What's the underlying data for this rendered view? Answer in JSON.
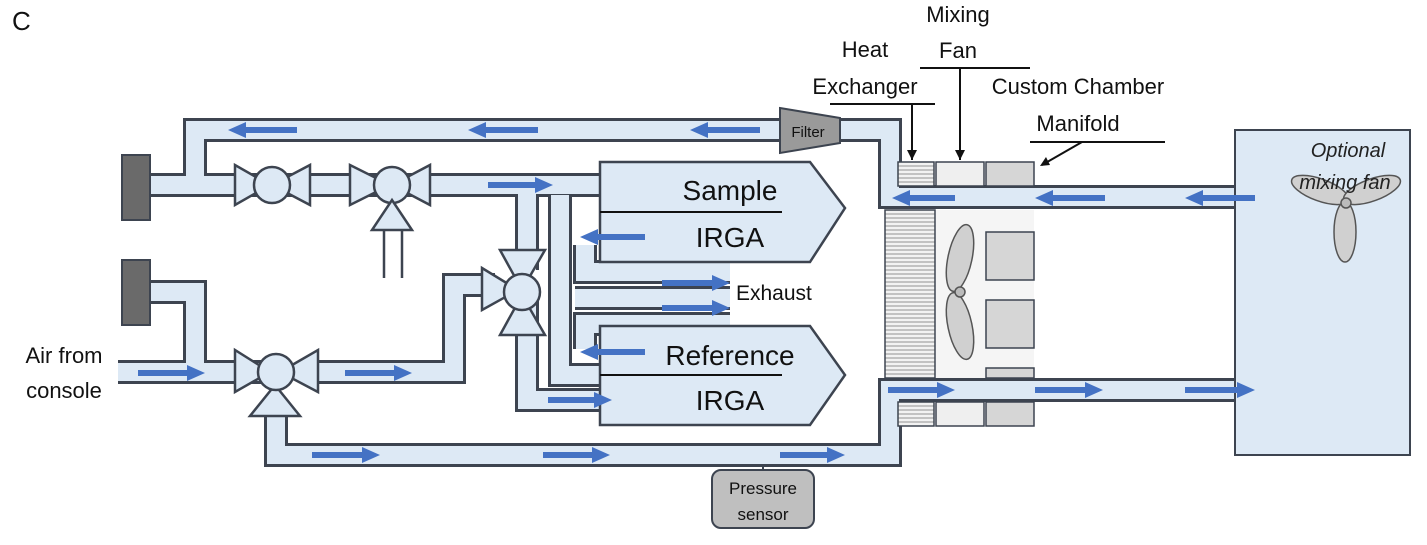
{
  "panel_letter": "C",
  "labels": {
    "heat": "Heat",
    "exchanger": "Exchanger",
    "mixing": "Mixing",
    "fan": "Fan",
    "custom_chamber": "Custom Chamber",
    "manifold": "Manifold",
    "optional": "Optional",
    "mixing_fan": "mixing fan",
    "filter": "Filter",
    "sample": "Sample",
    "irga_1": "IRGA",
    "reference": "Reference",
    "irga_2": "IRGA",
    "exhaust": "Exhaust",
    "air_from": "Air from",
    "console": "console",
    "pressure": "Pressure",
    "sensor": "sensor"
  },
  "colors": {
    "tube_fill": "#dde9f5",
    "tube_stroke": "#3d4450",
    "arrow": "#4472c4",
    "dark_block": "#6a6a6a",
    "filter_fill": "#9a9a9a",
    "sensor_fill": "#bfbfbf"
  }
}
